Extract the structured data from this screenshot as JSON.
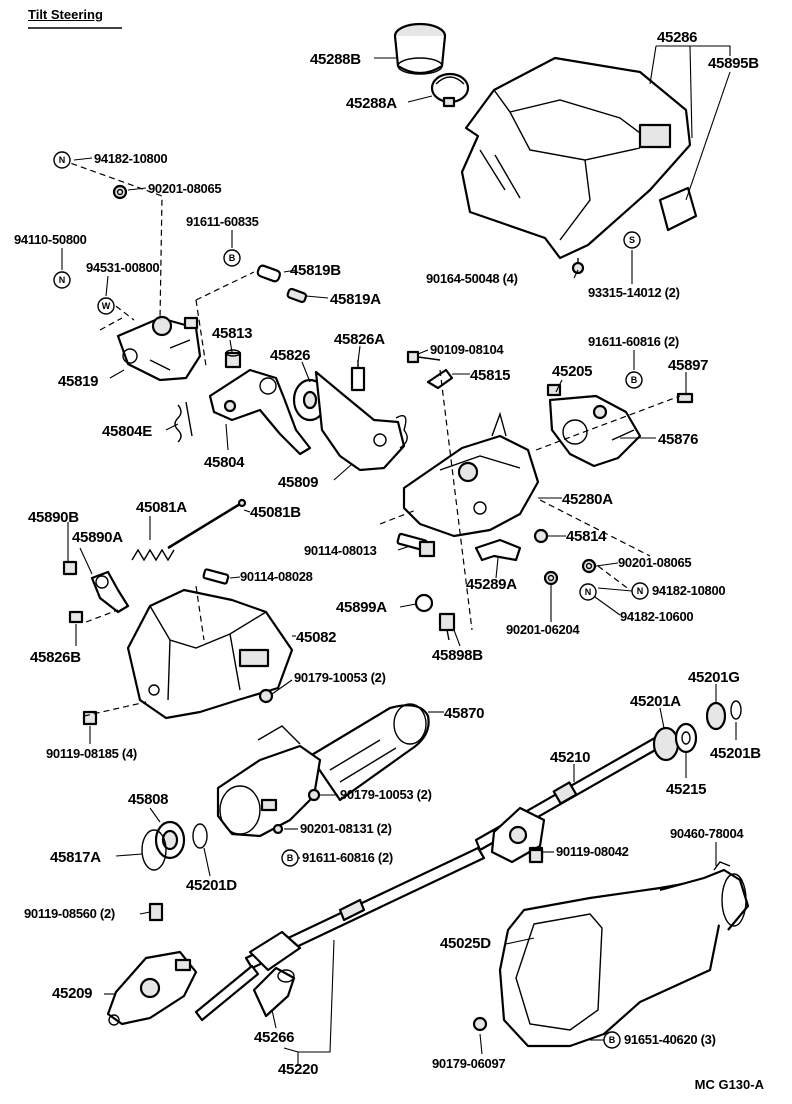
{
  "heading": "Tilt Steering",
  "diagram_code": "MC  G130-A",
  "symbols": {
    "N": "N",
    "W": "W",
    "B": "B",
    "S": "S"
  },
  "labels": {
    "p45288B": "45288B",
    "p45288A": "45288A",
    "p45286": "45286",
    "p45895B": "45895B",
    "p94182_10800_top": "94182-10800",
    "p90201_08065_top": "90201-08065",
    "p91611_60835": "91611-60835",
    "p94110_50800": "94110-50800",
    "p94531_00800": "94531-00800",
    "p45819B": "45819B",
    "p45819A": "45819A",
    "p90164_50048": "90164-50048 (4)",
    "p93315_14012": "93315-14012 (2)",
    "p45819": "45819",
    "p45813": "45813",
    "p45826": "45826",
    "p45826A": "45826A",
    "p90109_08104": "90109-08104",
    "p91611_60816_top": "91611-60816 (2)",
    "p45815": "45815",
    "p45205": "45205",
    "p45897": "45897",
    "p45804E": "45804E",
    "p45804": "45804",
    "p45809": "45809",
    "p45876": "45876",
    "p45280A": "45280A",
    "p45890B": "45890B",
    "p45081A": "45081A",
    "p45081B": "45081B",
    "p45890A": "45890A",
    "p45814": "45814",
    "p90114_08013": "90114-08013",
    "p90114_08028": "90114-08028",
    "p45289A": "45289A",
    "p90201_08065_mid": "90201-08065",
    "p94182_10800_mid": "94182-10800",
    "p45899A": "45899A",
    "p90201_06204": "90201-06204",
    "p94182_10600": "94182-10600",
    "p45826B": "45826B",
    "p45082": "45082",
    "p45898B": "45898B",
    "p90179_10053_top": "90179-10053 (2)",
    "p45870": "45870",
    "p45201G": "45201G",
    "p45201A": "45201A",
    "p90119_08185": "90119-08185 (4)",
    "p45210": "45210",
    "p45201B": "45201B",
    "p45215": "45215",
    "p45808": "45808",
    "p90179_10053_bot": "90179-10053 (2)",
    "p90201_08131": "90201-08131 (2)",
    "p45817A": "45817A",
    "p91611_60816_bot": "91611-60816 (2)",
    "p45201D": "45201D",
    "p90460_78004": "90460-78004",
    "p90119_08042": "90119-08042",
    "p90119_08560": "90119-08560 (2)",
    "p45025D": "45025D",
    "p45209": "45209",
    "p45266": "45266",
    "p45220": "45220",
    "p90179_06097": "90179-06097",
    "p91651_40620": "91651-40620 (3)"
  }
}
